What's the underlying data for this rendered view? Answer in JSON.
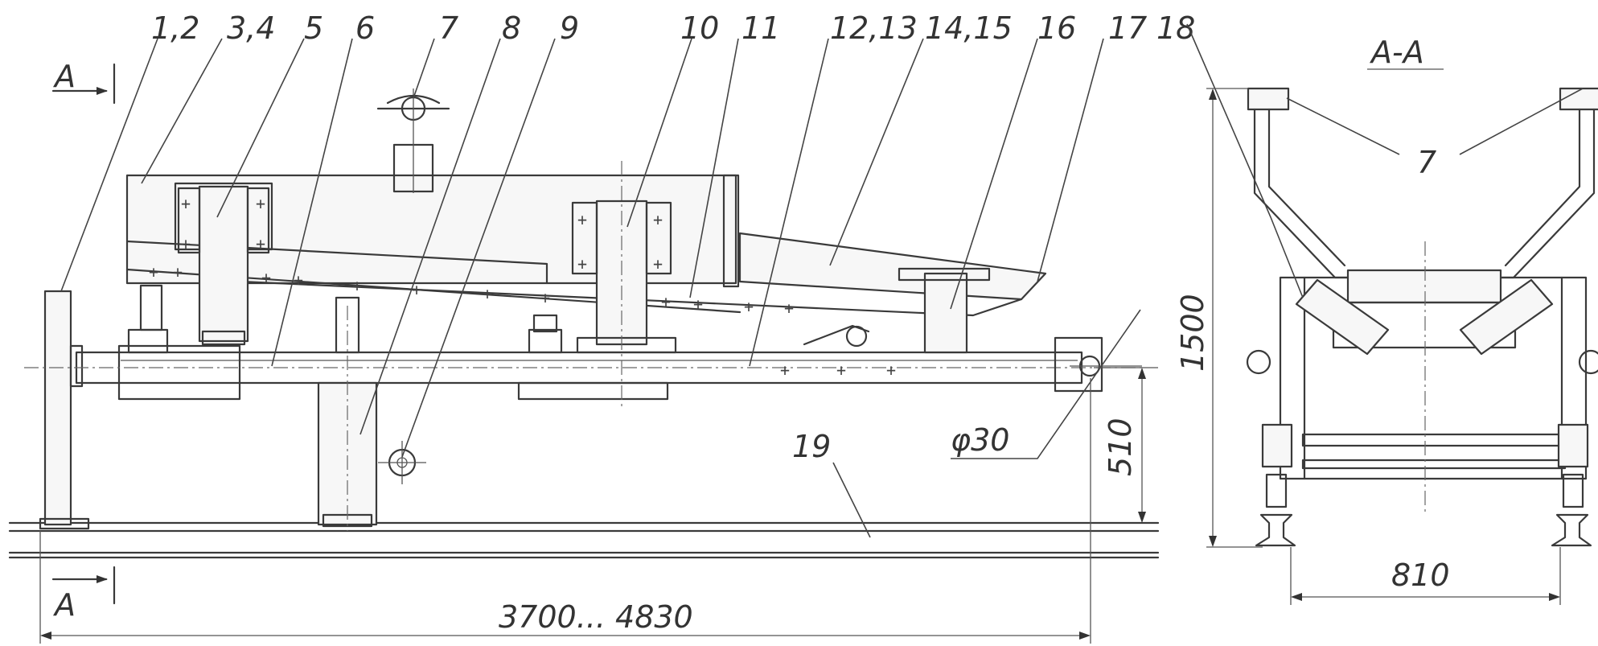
{
  "part_labels": [
    "1,2",
    "3,4",
    "5",
    "6",
    "7",
    "8",
    "9",
    "10",
    "11",
    "12,13",
    "14,15",
    "16",
    "17",
    "18",
    "19"
  ],
  "section": {
    "name": "A-A",
    "marker_letter": "A",
    "callout": "7"
  },
  "dimensions": {
    "total_length": "3700... 4830",
    "height_510": "510",
    "diameter": "φ30",
    "height_1500": "1500",
    "width_810": "810"
  }
}
